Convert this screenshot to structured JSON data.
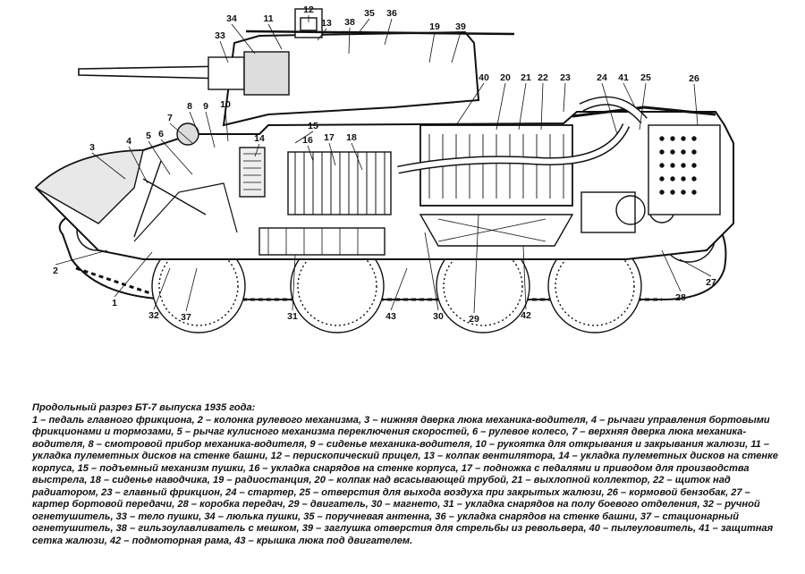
{
  "caption": {
    "title": "Продольный разрез БТ-7 выпуска 1935 года:",
    "body": "1 – педаль главного фрикциона, 2 – колонка рулевого механизма, 3 – нижняя дверка люка механика-водителя, 4 – рычаги управления бортовыми фрикционами и тормозами, 5 – рычаг кулисного механизма переключения скоростей, 6 – рулевое колесо, 7 – верхняя дверка люка механика-водителя, 8 – смотровой прибор механика-водителя, 9 – сиденье механика-водителя, 10 – рукоятка для открывания и закрывания жалюзи, 11 – укладка пулеметных дисков на стенке башни, 12 – перископический прицел, 13 – колпак вентилятора, 14 – укладка пулеметных дисков на стенке корпуса, 15 – подъемный механизм пушки, 16 – укладка снарядов на стенке корпуса, 17 – подножка с педалями и приводом для производства выстрела, 18 – сиденье наводчика, 19 – радиостанция, 20 – колпак над всасывающей трубой, 21 – выхлопной коллектор, 22 – щиток над радиатором, 23 – главный фрикцион, 24 – стартер, 25 – отверстия для выхода воздуха при закрытых жалюзи, 26 – кормовой бензобак, 27 – картер бортовой передачи, 28 – коробка передач, 29 – двигатель, 30 – магнето, 31 – укладка снарядов на полу боевого отделения, 32 – ручной огнетушитель, 33 – тело пушки, 34 – люлька пушки, 35 – поручневая антенна, 36 – укладка снарядов на стенке башни, 37 – стационарный огнетушитель, 38 – гильзоулавливатель с мешком, 39 – заглушка отверстия для стрельбы из револьвера, 40 – пылеуловитель, 41 – защитная сетка жалюзи, 42 – подмоторная рама, 43 – крышка люка под двигателем."
  },
  "callouts": [
    "1",
    "2",
    "3",
    "4",
    "5",
    "6",
    "7",
    "8",
    "9",
    "10",
    "11",
    "12",
    "13",
    "14",
    "15",
    "16",
    "17",
    "18",
    "19",
    "20",
    "21",
    "22",
    "23",
    "24",
    "25",
    "26",
    "27",
    "28",
    "29",
    "30",
    "31",
    "32",
    "33",
    "34",
    "35",
    "36",
    "37",
    "38",
    "39",
    "40",
    "41",
    "42",
    "43"
  ],
  "colors": {
    "ink": "#111111",
    "paper": "#ffffff",
    "shade": "#bdbdbd"
  }
}
